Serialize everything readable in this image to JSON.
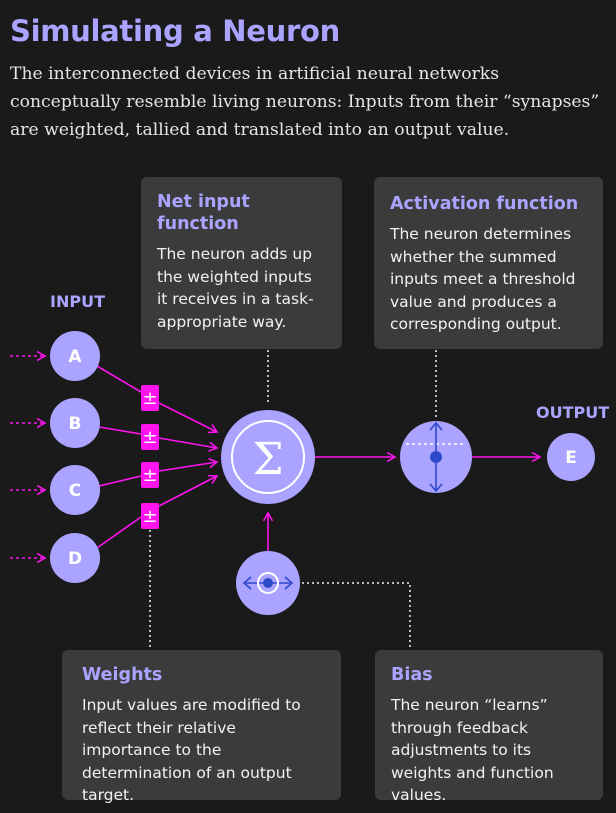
{
  "title": "Simulating a Neuron",
  "intro": "The interconnected devices in artificial neural networks conceptually resemble living neurons: Inputs from their “synapses” are weighted, tallied and translated into an output value.",
  "input_label": "INPUT",
  "output_label": "OUTPUT",
  "inputs": [
    "A",
    "B",
    "C",
    "D"
  ],
  "output_node": "E",
  "summation_symbol": "Σ",
  "weight_symbol": "±",
  "boxes": {
    "net_input": {
      "title": "Net input function",
      "text": "The neuron adds up the weighted inputs it receives in a task-appropriate way."
    },
    "activation": {
      "title": "Activation function",
      "text": "The neuron determines whether the summed inputs meet a threshold value and produces a corresponding output."
    },
    "weights": {
      "title": "Weights",
      "text": "Input values are modified to reflect their relative importance to the determination of an output target."
    },
    "bias": {
      "title": "Bias",
      "text": "The neuron “learns” through feedback adjustments to its weights and function values."
    }
  },
  "colors": {
    "accent": "#aaa3ff",
    "node": "#aaa3ff",
    "arrow": "#ff14f0",
    "box_bg": "#3b3b3b",
    "background": "#1a1a1a"
  }
}
